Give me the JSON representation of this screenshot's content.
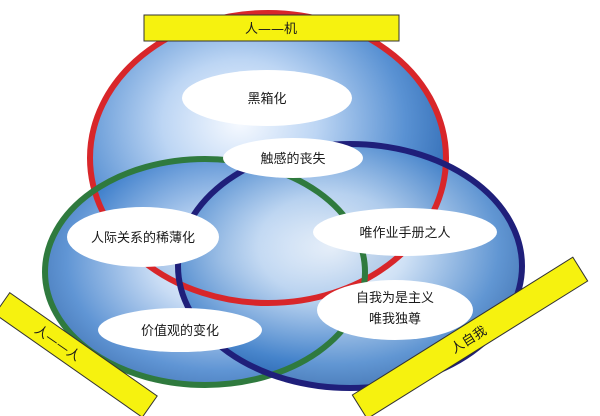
{
  "banners": {
    "top": "人——机",
    "left": "人——人",
    "right": "人自我"
  },
  "labels": {
    "blackbox": "黑箱化",
    "touch_loss": "触感的丧失",
    "relation": "人际关系的稀薄化",
    "manual_people": "唯作业手册之人",
    "self_line1": "自我为是主义",
    "self_line2": "唯我独尊",
    "values": "价值观的变化"
  },
  "colors": {
    "top_circle": "#d8262a",
    "left_circle": "#2f7a3e",
    "right_circle": "#1f1f7a",
    "banner_fill": "#f6f20f",
    "sphere_light": "#ffffff",
    "sphere_dark": "#1f63b3"
  }
}
